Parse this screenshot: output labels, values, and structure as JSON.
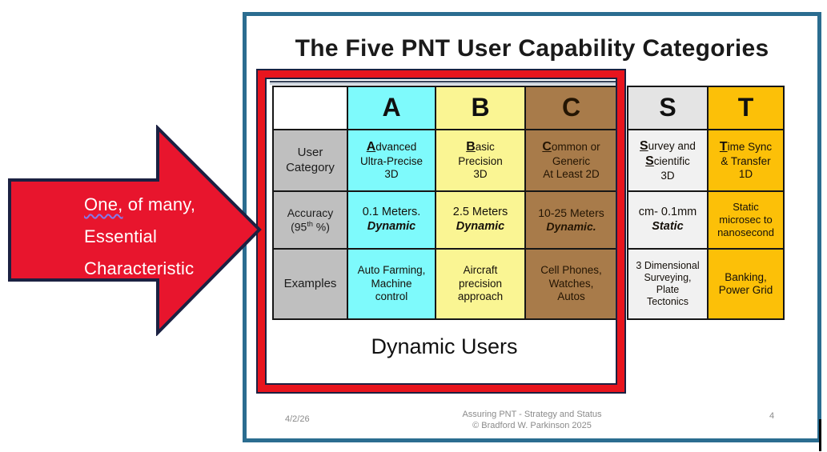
{
  "slide": {
    "title": "The Five PNT User Capability Categories",
    "dynamic_users_label": "Dynamic Users",
    "footer": {
      "date": "4/2/26",
      "credit_line1": "Assuring PNT - Strategy and Status",
      "credit_line2": "© Bradford W. Parkinson 2025",
      "page_number": "4"
    }
  },
  "annotation_arrow": {
    "line1_word": "One,",
    "line1_rest": " of many,",
    "line2": "Essential",
    "line3": "Characteristic"
  },
  "table": {
    "row_headers": {
      "category_line1": "User",
      "category_line2": "Category",
      "accuracy_line1": "Accuracy",
      "accuracy_pre": "(95",
      "accuracy_sup": "th",
      "accuracy_post": " %)",
      "examples": "Examples"
    },
    "columns": {
      "a": {
        "letter": "A",
        "category": {
          "initial": "A",
          "rest": "dvanced",
          "line2": "Ultra-Precise",
          "line3": "3D"
        },
        "accuracy": {
          "line1": "0.1 Meters.",
          "line2": "Dynamic"
        },
        "examples": {
          "line1": "Auto Farming,",
          "line2": "Machine",
          "line3": "control"
        }
      },
      "b": {
        "letter": "B",
        "category": {
          "initial": "B",
          "rest": "asic",
          "line2": "Precision",
          "line3": "3D"
        },
        "accuracy": {
          "line1": "2.5 Meters",
          "line2": "Dynamic"
        },
        "examples": {
          "line1": "Aircraft",
          "line2": "precision",
          "line3": "approach"
        }
      },
      "c": {
        "letter": "C",
        "category": {
          "initial": "C",
          "rest": "ommon or",
          "line2": "Generic",
          "line3": "At Least 2D"
        },
        "accuracy": {
          "line1": "10-25 Meters",
          "line2": "Dynamic."
        },
        "examples": {
          "line1": "Cell Phones,",
          "line2": "Watches,",
          "line3": "Autos"
        }
      },
      "s": {
        "letter": "S",
        "category": {
          "initial1": "S",
          "rest1": "urvey and",
          "initial2": "S",
          "rest2": "cientific",
          "line3": "3D"
        },
        "accuracy": {
          "line1": "cm- 0.1mm",
          "line2": "Static"
        },
        "examples": {
          "line1": "3 Dimensional",
          "line2": "Surveying,",
          "line3": "Plate",
          "line4": "Tectonics"
        }
      },
      "t": {
        "letter": "T",
        "category": {
          "initial": "T",
          "rest": "ime Sync",
          "line2": "& Transfer",
          "line3": "1D"
        },
        "accuracy": {
          "line1": "Static",
          "line2": "microsec to",
          "line3": "nanosecond"
        },
        "examples": {
          "line1": "Banking,",
          "line2": "Power Grid"
        }
      }
    }
  },
  "colors": {
    "slide_border_teal": "#2b6d90",
    "highlight_red": "#e8151e",
    "outline_navy": "#1b2142",
    "arrow_fill_red": "#e8152d",
    "arrow_text_white": "#ffffff",
    "col_a_cyan": "#7efafc",
    "col_b_yellow": "#faf593",
    "col_c_brown": "#a87b4a",
    "col_s_gray": "#f1f1f1",
    "col_t_gold": "#fcc008",
    "label_gray": "#bfbfbf",
    "footer_gray": "#8a8a8a"
  }
}
